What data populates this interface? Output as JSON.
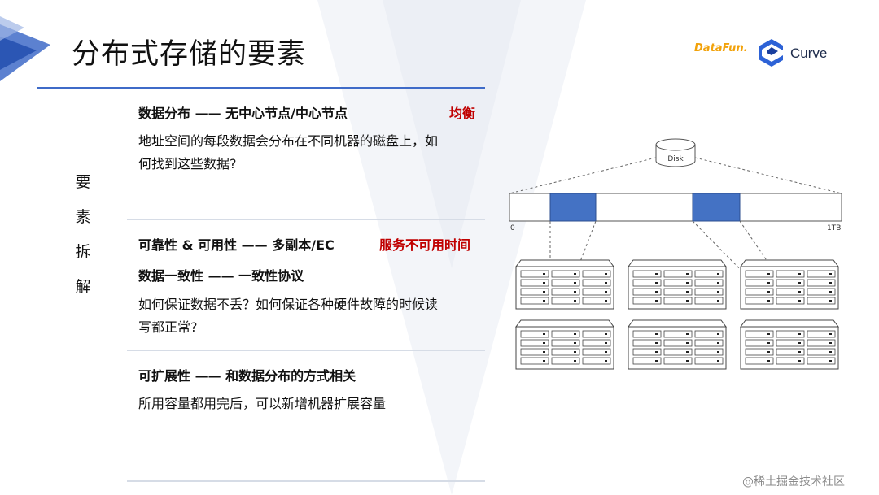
{
  "title": "分布式存储的要素",
  "logos": {
    "datafun": "DataFun.",
    "curve": "Curve"
  },
  "side_label": [
    "要",
    "素",
    "拆",
    "解"
  ],
  "section1": {
    "heading": "数据分布 —— 无中心节点/中心节点",
    "tag": "均衡",
    "body": [
      "地址空间的每段数据会分布在不同机器的磁盘上，如",
      "何找到这些数据?"
    ]
  },
  "section2": {
    "heading": "可靠性 & 可用性 —— 多副本/EC",
    "tag": "服务不可用时间",
    "heading2": "数据一致性 —— 一致性协议",
    "body": [
      "如何保证数据不丢？如何保证各种硬件故障的时候读",
      "写都正常?"
    ]
  },
  "section3": {
    "heading": "可扩展性 —— 和数据分布的方式相关",
    "body": "所用容量都用完后，可以新增机器扩展容量"
  },
  "diagram": {
    "disk_label": "Disk",
    "axis_start": "0",
    "axis_end": "1TB",
    "accent": "#4472c4"
  },
  "watermark": "@稀土掘金技术社区"
}
